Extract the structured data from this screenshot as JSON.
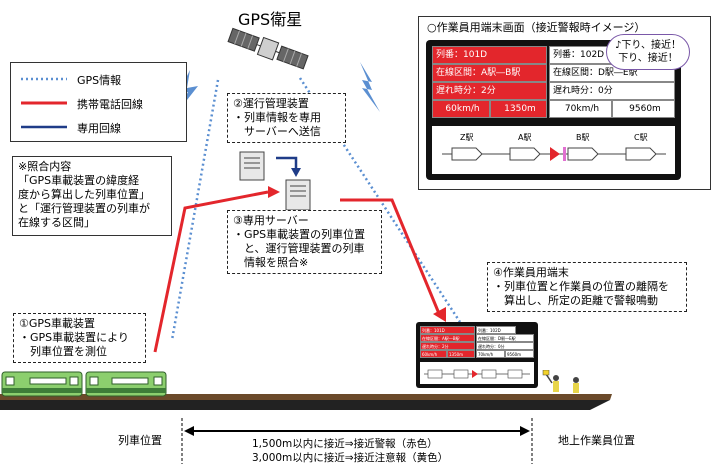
{
  "satellite_label": "GPS衛星",
  "legend": {
    "items": [
      {
        "label": "GPS情報",
        "color": "#5b8fd1",
        "style": "dotted"
      },
      {
        "label": "携帯電話回線",
        "color": "#e3262c",
        "style": "solid"
      },
      {
        "label": "専用回線",
        "color": "#1f3c88",
        "style": "solid"
      }
    ]
  },
  "box_operation": {
    "lines": [
      "②運行管理装置",
      "・列車情報を専用",
      "　サーバーへ送信"
    ]
  },
  "box_check": {
    "lines": [
      "※照合内容",
      "「GPS車載装置の緯度経",
      "度から算出した列車位置」",
      "と「運行管理装置の列車が",
      "在線する区間」"
    ]
  },
  "box_server": {
    "lines": [
      "③専用サーバー",
      "・GPS車載装置の列車位置",
      "　と、運行管理装置の列車",
      "　情報を照合※"
    ]
  },
  "box_gps_device": {
    "lines": [
      "①GPS車載装置",
      "・GPS車載装置により",
      "　列車位置を測位"
    ]
  },
  "box_worker_terminal": {
    "lines": [
      "④作業員用端末",
      "・列車位置と作業員の位置の離隔を",
      "　算出し、所定の距離で警報鳴動"
    ]
  },
  "screen": {
    "title": "○作業員用端末画面（接近警報時イメージ）",
    "bubble": "♪下り、接近！\n下り、接近！",
    "left": {
      "train": "列番：101D",
      "section": "在線区間：A駅―B駅",
      "delay": "遅れ時分：2分",
      "speed": "60km/h",
      "distance": "1350m"
    },
    "right": {
      "train": "列番：102D",
      "section": "在線区間：D駅―E駅",
      "delay": "遅れ時分：0分",
      "speed": "70km/h",
      "distance": "9560m"
    },
    "stations": [
      "Z駅",
      "A駅",
      "B駅",
      "C駅"
    ]
  },
  "bottom": {
    "train_position": "列車位置",
    "worker_position": "地上作業員位置",
    "warn_line1": "1,500m以内に接近⇒接近警報（赤色）",
    "warn_line2": "3,000m以内に接近⇒接近注意報（黄色）"
  }
}
